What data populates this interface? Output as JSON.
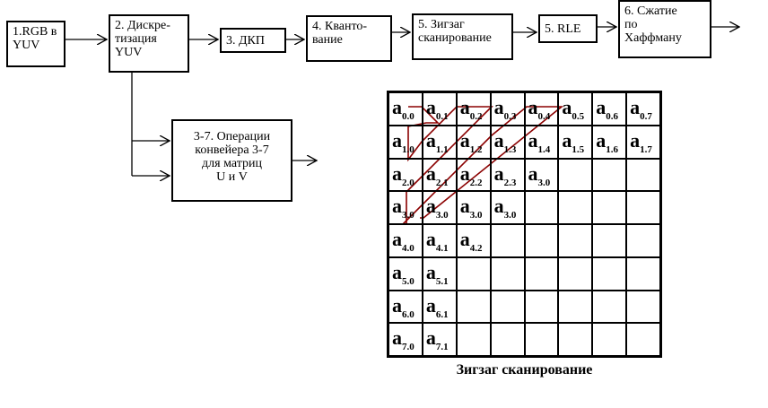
{
  "pipeline": {
    "b1": [
      "1.RGB в",
      "YUV"
    ],
    "b2": [
      "2. Дискре-",
      "тизация",
      "YUV"
    ],
    "b3": [
      "3. ДКП"
    ],
    "b4": [
      "4. Кванто-",
      "вание"
    ],
    "b5": [
      "5. Зигзаг",
      "сканирование"
    ],
    "b6": [
      "5. RLE"
    ],
    "b7": [
      "6. Сжатие",
      "по",
      "Хаффману"
    ],
    "b8": [
      "3-7. Операции",
      "конвейера 3-7",
      "для матриц",
      "U и V"
    ]
  },
  "matrix": {
    "letter": "a",
    "rows": [
      [
        "0.0",
        "0.1",
        "0.2",
        "0.3",
        "0.4",
        "0.5",
        "0.6",
        "0.7"
      ],
      [
        "1.0",
        "1.1",
        "1.2",
        "1.3",
        "1.4",
        "1.5",
        "1.6",
        "1.7"
      ],
      [
        "2.0",
        "2.1",
        "2.2",
        "2.3",
        "3.0",
        "",
        "",
        ""
      ],
      [
        "3.0",
        "3.0",
        "3.0",
        "3.0",
        "",
        "",
        "",
        ""
      ],
      [
        "4.0",
        "4.1",
        "4.2",
        "",
        "",
        "",
        "",
        ""
      ],
      [
        "5.0",
        "5.1",
        "",
        "",
        "",
        "",
        "",
        ""
      ],
      [
        "6.0",
        "6.1",
        "",
        "",
        "",
        "",
        "",
        ""
      ],
      [
        "7.0",
        "7.1",
        "",
        "",
        "",
        "",
        "",
        ""
      ]
    ],
    "caption": "Зигзаг сканирование"
  },
  "colors": {
    "zigzag": "#8b0000",
    "stroke": "#000000"
  }
}
